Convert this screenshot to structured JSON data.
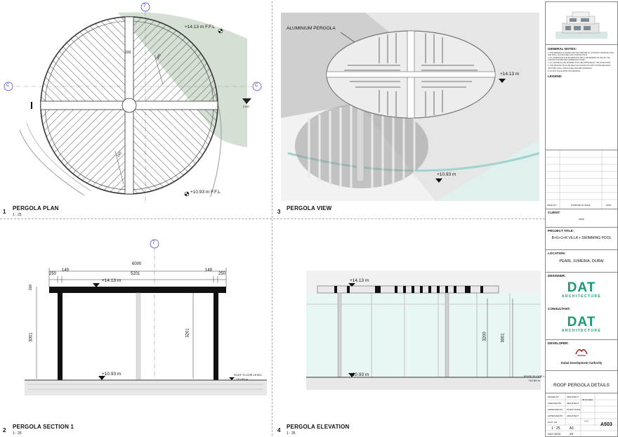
{
  "views": {
    "plan": {
      "num": "1",
      "title": "PERGOLA PLAN",
      "scale": "1 : 25",
      "level_top": "+14.13 m F.F.L",
      "level_bottom": "+10.93 m F.F.L",
      "grid_top": "7",
      "grid_left": "C",
      "grid_right": "C",
      "dim_100": "100",
      "dim_300": "300",
      "dim_150": "150",
      "marker_left": "I",
      "small_label": "2.002"
    },
    "view3d": {
      "num": "3",
      "title": "PERGOLA VIEW",
      "label": "ALUMINIUM PERGOLA",
      "level_top": "+14.13 m",
      "level_bottom": "+10.93 m"
    },
    "section": {
      "num": "2",
      "title": "PERGOLA SECTION 1",
      "scale": "1 : 25",
      "grid": "7",
      "dim_total": "6000",
      "dim_250_l": "250",
      "dim_149_l": "149",
      "dim_mid": "5201",
      "dim_149_r": "149",
      "dim_250_r": "250",
      "dim_200": "200",
      "dim_3001": "3001",
      "dim_3201": "3201",
      "level_top": "+14.13 m",
      "level_bottom": "+10.93 m",
      "roof_floor": "ROOF FLOOR LEVEL",
      "roof_floor_val": "+10.83 m"
    },
    "elevation": {
      "num": "4",
      "title": "PERGOLA ELEVATION",
      "scale": "1 : 25",
      "level_top": "+14.13 m",
      "level_bottom": "+10.93 m",
      "dim_3200": "3200",
      "dim_3001": "3001",
      "roof_floor": "ROOF FLOOR LEVEL",
      "roof_floor_val": "+10.83 m"
    }
  },
  "titleblock": {
    "general_notes_title": "GENERAL NOTES:",
    "notes": [
      "1. THIS DRAWING IS ISSUED FOR THE PURPOSE OF AUTHORITY APPROVAL ONLY AND SHALL NOT BE USED FOR CONSTRUCTION.",
      "2. ALL DIMENSIONS AND INFORMATION SHALL BE VERIFIED ON SITE BY THE CONTRACTOR BEFORE COMMENCING WORK.",
      "3. ALL MATERIALS AND FINISHES SHALL BE APPROVED BY THE CONSULTANT.",
      "4. THIS DRAWING SHALL BE READ IN CONJUNCTION WITH OTHER RELEVANT ARCHITECTURAL, STRUCTURAL AND MEP DRAWINGS.",
      "5. DO NOT SCALE FROM THIS DRAWING."
    ],
    "legend": "LEGEND:",
    "rev_headers": [
      "ISSUE NO.",
      "PURPOSE OF ISSUE",
      "DATE"
    ],
    "client_label": "CLIENT:",
    "client_value": "****",
    "project_label": "PROJECT TITLE:",
    "project_value": "B+G+1+R VILLA + SWIMMING POOL",
    "location_label": "LOCATION:",
    "location_value": "PEARL JUMEIRA, DUBAI",
    "designer_label": "DESIGNER:",
    "consultant_label": "CONSULTANT:",
    "developer_label": "DEVELOPER:",
    "logo_main": "DAT",
    "logo_sub": "ARCHITECTURE",
    "developer_name": "Dubai Development Authority",
    "sheet_title": "ROOF PERGOLA DETAILS",
    "rows": [
      {
        "k": "DRAWN BY",
        "v": "ARCHITECT"
      },
      {
        "k": "CHECKED BY",
        "v": "ARCHITECT"
      },
      {
        "k": "APPROVED BY",
        "v": "STRUCTURAL"
      },
      {
        "k": "APPROVED BY",
        "v": "ARCHITECT"
      },
      {
        "k": "PLOT NO.",
        "v": "****"
      }
    ],
    "date": "08.06.2022",
    "scale": "1 : 25",
    "size": "A1",
    "sheet_no": "A503",
    "dwg_code": "DAT-000D",
    "rev": "AR"
  }
}
